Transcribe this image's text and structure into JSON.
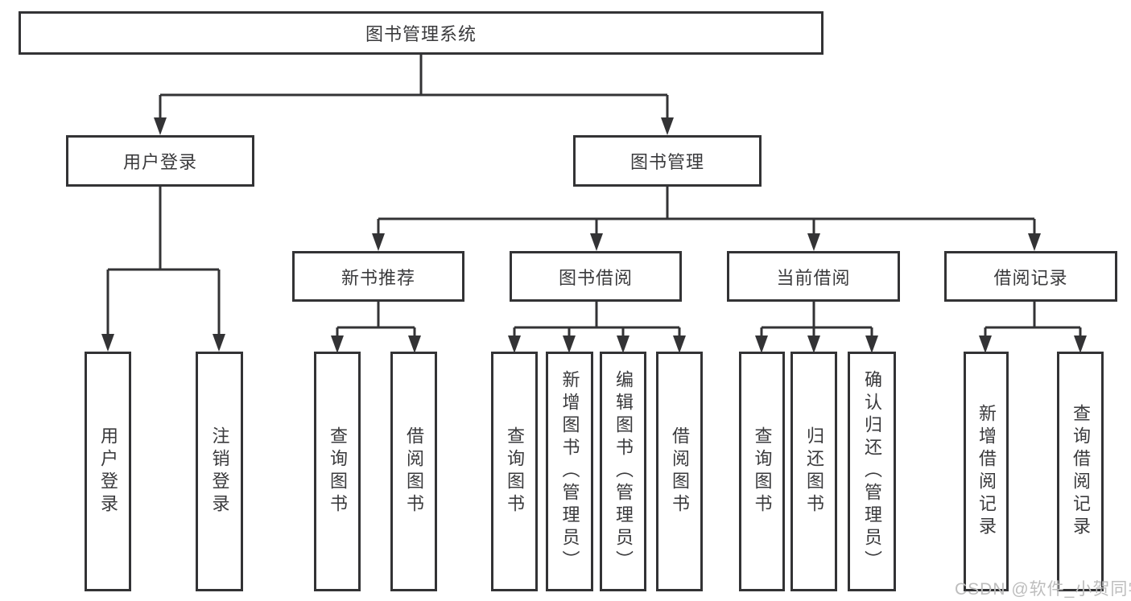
{
  "diagram": {
    "type": "tree",
    "root": {
      "label": "图书管理系统",
      "children": [
        {
          "label": "用户登录",
          "children": [
            {
              "label": "用户登录"
            },
            {
              "label": "注销登录"
            }
          ]
        },
        {
          "label": "图书管理",
          "children": [
            {
              "label": "新书推荐",
              "children": [
                {
                  "label": "查询图书"
                },
                {
                  "label": "借阅图书"
                }
              ]
            },
            {
              "label": "图书借阅",
              "children": [
                {
                  "label": "查询图书"
                },
                {
                  "label": "新增图书（管理员）"
                },
                {
                  "label": "编辑图书（管理员）"
                },
                {
                  "label": "借阅图书"
                }
              ]
            },
            {
              "label": "当前借阅",
              "children": [
                {
                  "label": "查询图书"
                },
                {
                  "label": "归还图书"
                },
                {
                  "label": "确认归还（管理员）"
                }
              ]
            },
            {
              "label": "借阅记录",
              "children": [
                {
                  "label": "新增借阅记录"
                },
                {
                  "label": "查询借阅记录"
                }
              ]
            }
          ]
        }
      ]
    },
    "watermark": "CSDN @软件_小贺同学",
    "colors": {
      "line": "#333335",
      "box_border": "#333335",
      "text": "#3a3a3c",
      "watermark": "#bdbdbd",
      "background": "#ffffff"
    }
  }
}
